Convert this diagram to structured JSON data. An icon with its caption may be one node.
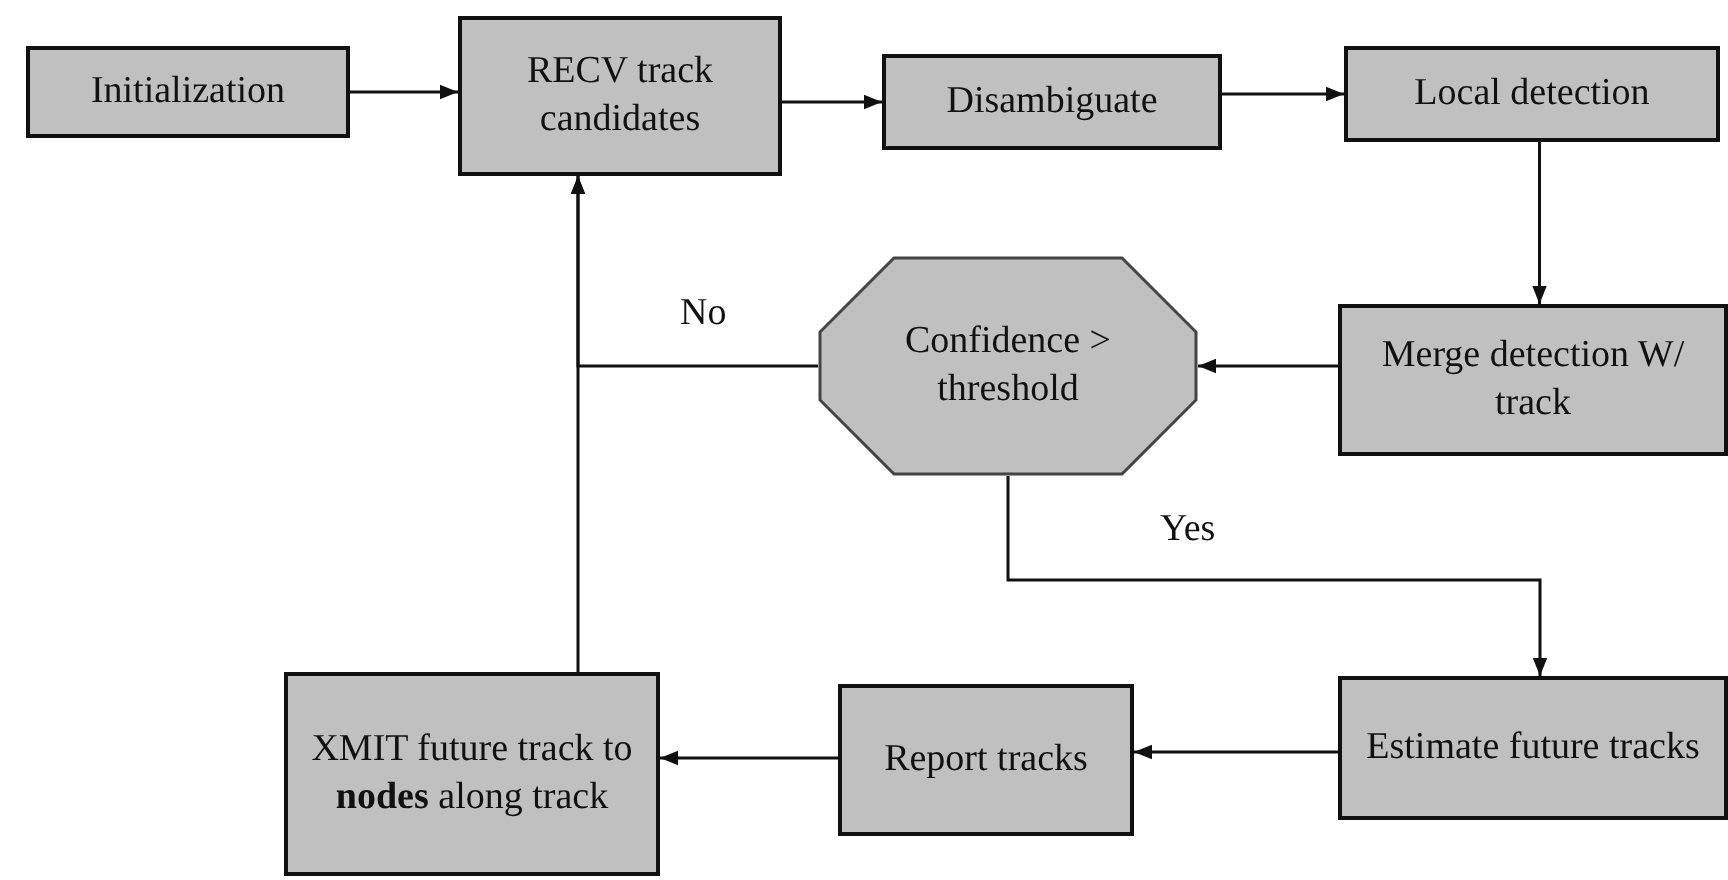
{
  "diagram": {
    "nodes": [
      {
        "text": [
          "Initialization"
        ]
      },
      {
        "text": [
          "RECV track candidates"
        ]
      },
      {
        "text": [
          "Disambiguate"
        ]
      },
      {
        "text": [
          "Local detection"
        ]
      },
      {
        "text": [
          "Confidence > threshold"
        ]
      },
      {
        "text": [
          "Merge detection W/ track"
        ]
      },
      {
        "text": [
          "Estimate future tracks"
        ]
      },
      {
        "text": [
          "Report tracks"
        ]
      },
      {
        "text": [
          "XMIT future track to **nodes** along track"
        ]
      }
    ],
    "edges": [
      {
        "from": 0,
        "to": 1,
        "arrow": "to"
      },
      {
        "from": 1,
        "to": 2,
        "arrow": "to"
      },
      {
        "from": 2,
        "to": 3,
        "arrow": "to"
      },
      {
        "from": 3,
        "to": 5,
        "arrow": "to"
      },
      {
        "from": 5,
        "to": 4,
        "arrow": "to"
      },
      {
        "from": 4,
        "to": 1,
        "arrow": "to",
        "label": "No"
      },
      {
        "from": 4,
        "to": 6,
        "arrow": "to",
        "label": "Yes"
      },
      {
        "from": 6,
        "to": 7,
        "arrow": "to"
      },
      {
        "from": 7,
        "to": 8,
        "arrow": "to"
      },
      {
        "from": 8,
        "to": 1,
        "arrow": "to"
      }
    ]
  }
}
